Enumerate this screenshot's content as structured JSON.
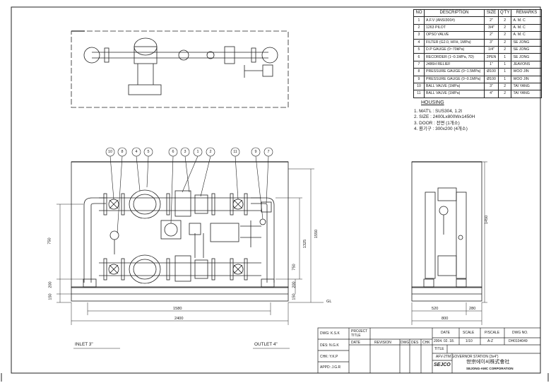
{
  "bom": {
    "headers": [
      "NO",
      "DESCRIPTION",
      "SIZE",
      "Q'TY",
      "REMARKS"
    ],
    "rows": [
      [
        "1",
        "A.F.V (ANSI300#)",
        "2\"",
        "2",
        "A. M. C"
      ],
      [
        "2",
        "1263 PILOT",
        "3/4\"",
        "2",
        "A. M. C"
      ],
      [
        "3",
        "OPSO VALVE",
        "2\"",
        "2",
        "A. M. C"
      ],
      [
        "4",
        "FILTER (G2.0, HFH, 1MPa)",
        "3\"",
        "2",
        "SE JONG"
      ],
      [
        "5",
        "D.P GAUGE (0~70kPa)",
        "1/4\"",
        "2",
        "SE JONG"
      ],
      [
        "6",
        "RECORDER (1~0.1MPa, 7D)",
        "2PEN",
        "1",
        "SE JONG"
      ],
      [
        "7",
        "J486H RELIEF",
        "1\"",
        "1",
        "JEAVONS"
      ],
      [
        "8",
        "PRESSURE GAUGE (0~1.5MPa)",
        "Ø100",
        "1",
        "WOO JIN"
      ],
      [
        "9",
        "PRESSURE GAUGE (0~0.1MPa)",
        "Ø100",
        "1",
        "WOO JIN"
      ],
      [
        "10",
        "BALL VALVE (1MPa)",
        "3\"",
        "2",
        "TAI YANG"
      ],
      [
        "11",
        "BALL VALVE (1MPa)",
        "4\"",
        "2",
        "TAI YANG"
      ]
    ]
  },
  "housing": {
    "title": "HOUSING",
    "items": [
      "1. MAT'L : SUS304, 1.2t",
      "2. SIZE : 2400Lx800Wx1450H",
      "3. DOOR : 전면 (1개소)",
      "4. 환기구 : 300x200 (4개소)"
    ]
  },
  "balloons": [
    "10",
    "8",
    "4",
    "5",
    "6",
    "3",
    "1",
    "2",
    "11",
    "9",
    "7"
  ],
  "dimensions": {
    "front_total": "2400",
    "front_inner": "1580",
    "h_1550": "1550",
    "h_1325": "1325",
    "h_750": "750",
    "h_200_left": "200",
    "h_150_left": "150",
    "h_200_right": "200",
    "h_150_right": "150",
    "gl": "GL",
    "side_total": "800",
    "side_520": "520",
    "side_280": "280",
    "side_h": "1450"
  },
  "labels": {
    "inlet": "INLET 3\"",
    "outlet": "OUTLET 4\""
  },
  "title_block": {
    "dwg": "DWG: K.S.K",
    "des": "DES: N.G.K",
    "chk": "CHK: Y.K.P",
    "appd": "APPD: J.G.R",
    "project_title": "PROJECT TITLE",
    "date_hdr": "DATE",
    "revision_hdr": "REVISION",
    "dwg_hdr": "DWG",
    "des_hdr": "DES",
    "chk_hdr": "CHK",
    "date_lbl": "DATE",
    "scale_lbl": "SCALE",
    "pscale_lbl": "P/SCALE",
    "dwgno_lbl": "DWG NO.",
    "date_val": "2004. 02. 18.",
    "scale_val": "1/10",
    "pscale_val": "A-Z",
    "dwgno_val": "DH0104049",
    "title_lbl": "TITLE",
    "title_val": "AFV-2TM GOVERNOR STATION (3x4\")",
    "logo": "SEJCO",
    "company_kr": "世宗에이씨株式會社",
    "company_en": "SEJONG-AMC CORPORATION"
  }
}
